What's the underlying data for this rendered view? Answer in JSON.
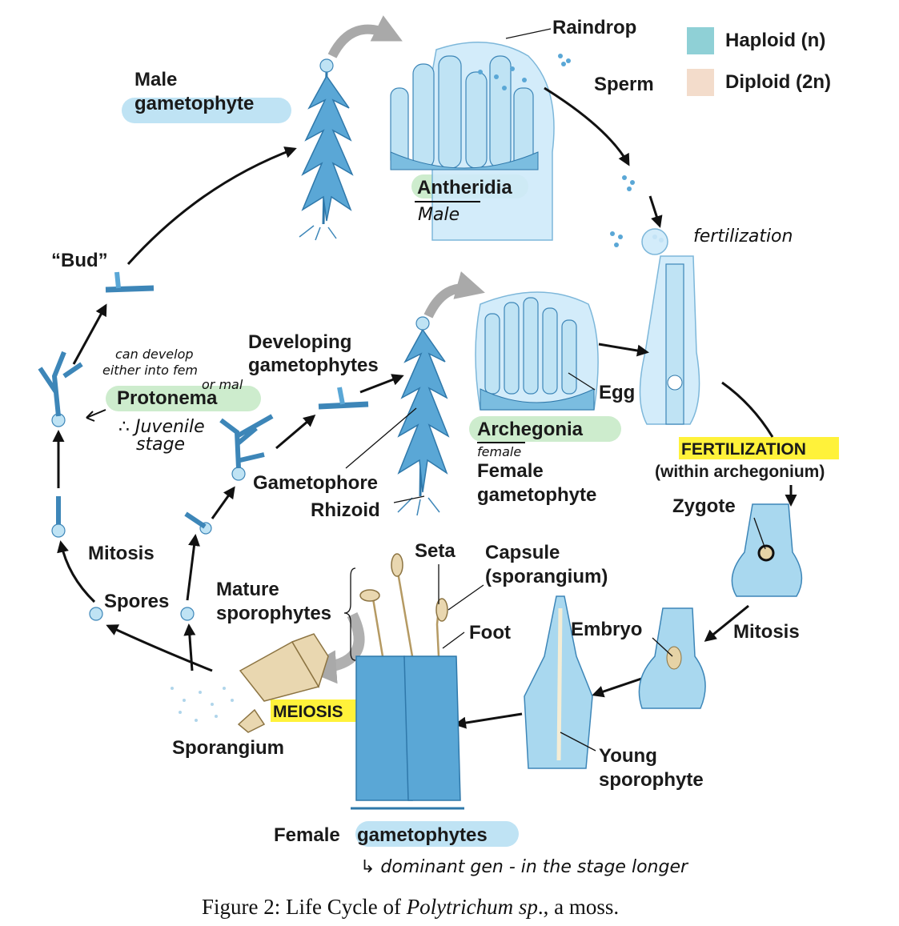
{
  "legend": {
    "haploid_label": "Haploid (n)",
    "diploid_label": "Diploid (2n)",
    "haploid_color": "#8fd0d6",
    "diploid_color": "#f3dccb"
  },
  "labels": {
    "raindrop": "Raindrop",
    "sperm": "Sperm",
    "male_gametophyte_1": "Male",
    "male_gametophyte_2": "gametophyte",
    "antheridia": "Antheridia",
    "bud": "“Bud”",
    "developing_1": "Developing",
    "developing_2": "gametophytes",
    "protonema": "Protonema",
    "gametophore": "Gametophore",
    "rhizoid": "Rhizoid",
    "archegonia": "Archegonia",
    "female_gametophyte_1": "Female",
    "female_gametophyte_2": "gametophyte",
    "egg": "Egg",
    "fertilization_box": "FERTILIZATION",
    "within_archegonium": "(within archegonium)",
    "zygote": "Zygote",
    "mitosis_left": "Mitosis",
    "mitosis_right": "Mitosis",
    "spores": "Spores",
    "mature_1": "Mature",
    "mature_2": "sporophytes",
    "seta": "Seta",
    "capsule_1": "Capsule",
    "capsule_2": "(sporangium)",
    "foot": "Foot",
    "embryo": "Embryo",
    "meiosis_box": "MEIOSIS",
    "sporangium": "Sporangium",
    "young_1": "Young",
    "young_2": "sporophyte",
    "female_gametophytes_1": "Female",
    "female_gametophytes_2": "gametophytes"
  },
  "handwriting": {
    "male": "Male",
    "fertilization": "fertilization",
    "can_develop_1": "can develop",
    "can_develop_2": "either into fem",
    "can_develop_3": "or mal",
    "juvenile": "∴ Juvenile",
    "stage": "stage",
    "female": "female",
    "dominant": "↳ dominant gen - in the stage longer"
  },
  "caption": {
    "prefix": "Figure 2:  Life Cycle of ",
    "species": "Polytrichum sp",
    "suffix": "., a moss."
  },
  "colors": {
    "highlight_blue": "#bfe3f4",
    "highlight_green": "#cdeccd",
    "highlight_yellow": "#fff23a",
    "plant_blue": "#5aa7d6"
  }
}
